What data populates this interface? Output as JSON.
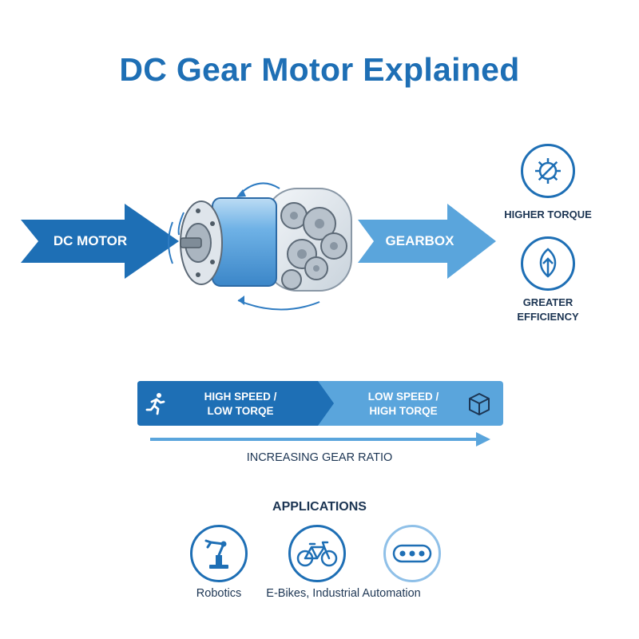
{
  "title": "DC Gear Motor Explained",
  "input_arrow": {
    "label": "DC MOTOR"
  },
  "output_arrow": {
    "label": "GEARBOX"
  },
  "benefits": [
    {
      "icon": "gear-wrench-icon",
      "label": "HIGHER TORQUE"
    },
    {
      "icon": "leaf-arrow-icon",
      "label_line1": "GREATER",
      "label_line2": "EFFICIENCY"
    }
  ],
  "ratio_bar": {
    "left": {
      "icon": "running-person-icon",
      "line1": "HIGH SPEED /",
      "line2": "LOW TORQE"
    },
    "right": {
      "icon": "box-icon",
      "line1": "LOW SPEED /",
      "line2": "HIGH TORQE"
    },
    "caption": "INCREASING GEAR RATIO"
  },
  "applications": {
    "heading": "APPLICATIONS",
    "items": [
      {
        "icon": "robot-arm-icon",
        "label": "Robotics"
      },
      {
        "icon": "bicycle-icon",
        "label": "E-Bikes, Industrial Automation"
      },
      {
        "icon": "conveyor-icon",
        "label": ""
      }
    ]
  },
  "colors": {
    "dark_blue": "#1e6fb5",
    "light_blue": "#5aa5dc",
    "text": "#1c3553"
  }
}
